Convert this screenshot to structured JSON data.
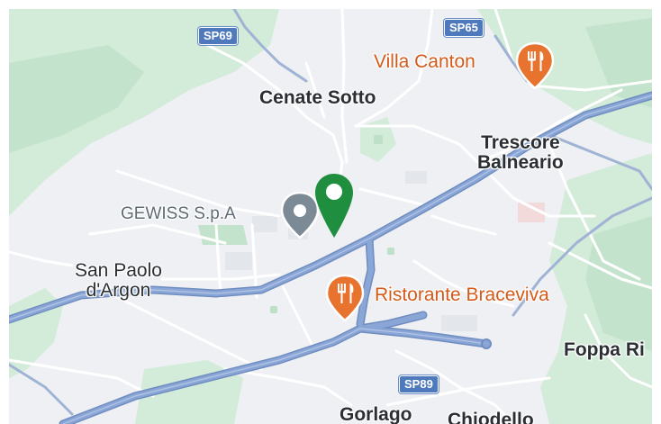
{
  "map": {
    "colors": {
      "land": "#eef0f3",
      "green": "#cfe9d6",
      "green_dark": "#b9dfc4",
      "major_road": "#7f9ccd",
      "major_road_casing": "#6f8dc0",
      "minor_road": "#ffffff",
      "food_poi": "#e8732f",
      "business_poi": "#7c8a96",
      "selected_pin": "#1f8e3e",
      "road_shield": "#4f79bd"
    },
    "road_shields": [
      {
        "id": "sp69",
        "label": "SP69"
      },
      {
        "id": "sp65",
        "label": "SP65"
      },
      {
        "id": "sp89",
        "label": "SP89"
      }
    ],
    "places": {
      "cenate_sotto": "Cenate Sotto",
      "trescore_1": "Trescore",
      "trescore_2": "Balneario",
      "san_paolo_1": "San Paolo",
      "san_paolo_2": "d'Argon",
      "foppa": "Foppa Ri",
      "gorlago": "Gorlago",
      "chiodello": "Chiodello"
    },
    "pois": {
      "villa_canton": {
        "name": "Villa Canton",
        "icon": "restaurant-icon"
      },
      "braceviva": {
        "name": "Ristorante Braceviva",
        "icon": "restaurant-icon"
      },
      "gewiss": {
        "name": "GEWISS S.p.A",
        "icon": "business-pin-icon"
      }
    },
    "selected_marker": {
      "icon": "map-pin-icon"
    }
  }
}
